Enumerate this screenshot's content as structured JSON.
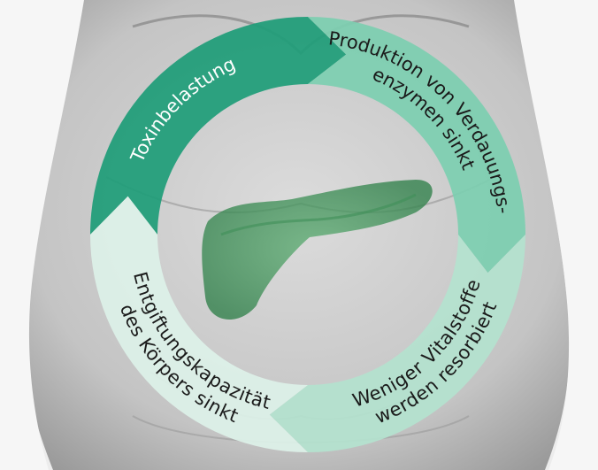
{
  "diagram": {
    "segments": [
      {
        "id": "toxin",
        "lines": [
          "Toxinbelastung"
        ],
        "color": "#1f9d78",
        "text_color": "#ffffff"
      },
      {
        "id": "enzymes",
        "lines": [
          "Produktion von Verdauungs-",
          "enzymen sinkt"
        ],
        "color": "#7dcfb0",
        "text_color": "#1a1a1a"
      },
      {
        "id": "vital",
        "lines": [
          "Weniger Vitalstoffe",
          "werden resorbiert"
        ],
        "color": "#b4e2cf",
        "text_color": "#1a1a1a"
      },
      {
        "id": "detox",
        "lines": [
          "Entgiftungskapazität",
          "des Körpers sinkt"
        ],
        "color": "#ddf1e8",
        "text_color": "#1a1a1a"
      }
    ]
  }
}
